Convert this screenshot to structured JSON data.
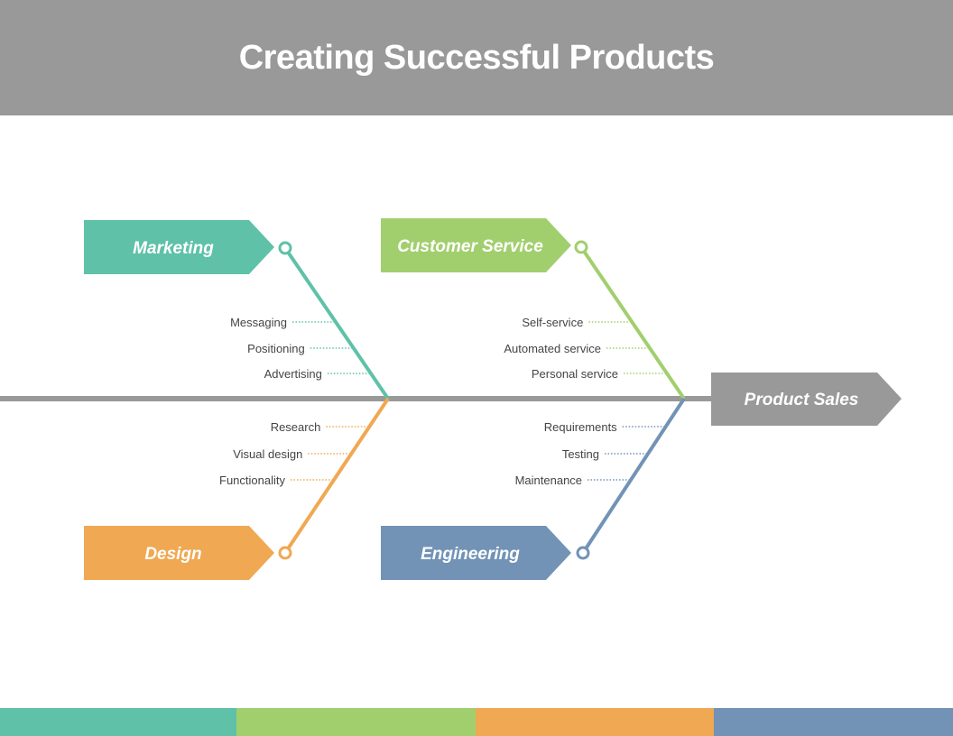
{
  "title": "Creating Successful Products",
  "effect": {
    "label": "Product Sales",
    "color": "#999999"
  },
  "spine_color": "#999999",
  "categories": [
    {
      "id": "marketing",
      "label": "Marketing",
      "color": "#5fc1a8",
      "causes": [
        "Messaging",
        "Positioning",
        "Advertising"
      ]
    },
    {
      "id": "customer-service",
      "label": "Customer Service",
      "color": "#a2cf6e",
      "causes": [
        "Self-service",
        "Automated service",
        "Personal service"
      ]
    },
    {
      "id": "design",
      "label": "Design",
      "color": "#f0a852",
      "causes": [
        "Research",
        "Visual design",
        "Functionality"
      ]
    },
    {
      "id": "engineering",
      "label": "Engineering",
      "color": "#7293b6",
      "causes": [
        "Requirements",
        "Testing",
        "Maintenance"
      ]
    }
  ],
  "footer_colors": [
    "#5fc1a8",
    "#a2cf6e",
    "#f0a852",
    "#7293b6"
  ]
}
